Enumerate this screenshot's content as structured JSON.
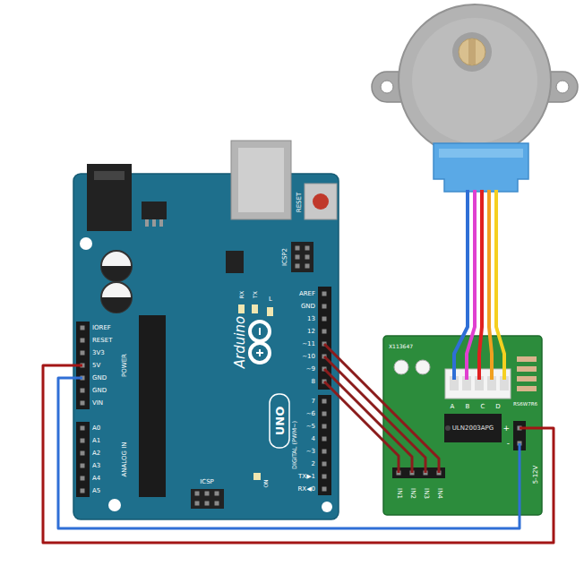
{
  "diagram": {
    "labels": [
      "RESET",
      "ICSP2",
      "AREF",
      "GND",
      "13",
      "12",
      "~11",
      "~10",
      "~9",
      "8",
      "7",
      "~6",
      "~5",
      "4",
      "~3",
      "2",
      "TX▶1",
      "RX◀0",
      "DIGITAL (PWM~)",
      "IOREF",
      "RESET",
      "3V3",
      "5V",
      "GND",
      "GND",
      "VIN",
      "POWER",
      "A0",
      "A1",
      "A2",
      "A3",
      "A4",
      "A5",
      "ANALOG IN",
      "TX",
      "RX",
      "L",
      "Arduino",
      "UNO",
      "ICSP",
      "ON",
      "A",
      "B",
      "C",
      "D",
      "X113647",
      "RS6W7R6",
      "ULN2003APG",
      "IN1",
      "IN2",
      "IN3",
      "IN4",
      "5-12V",
      "+",
      "-"
    ]
  }
}
